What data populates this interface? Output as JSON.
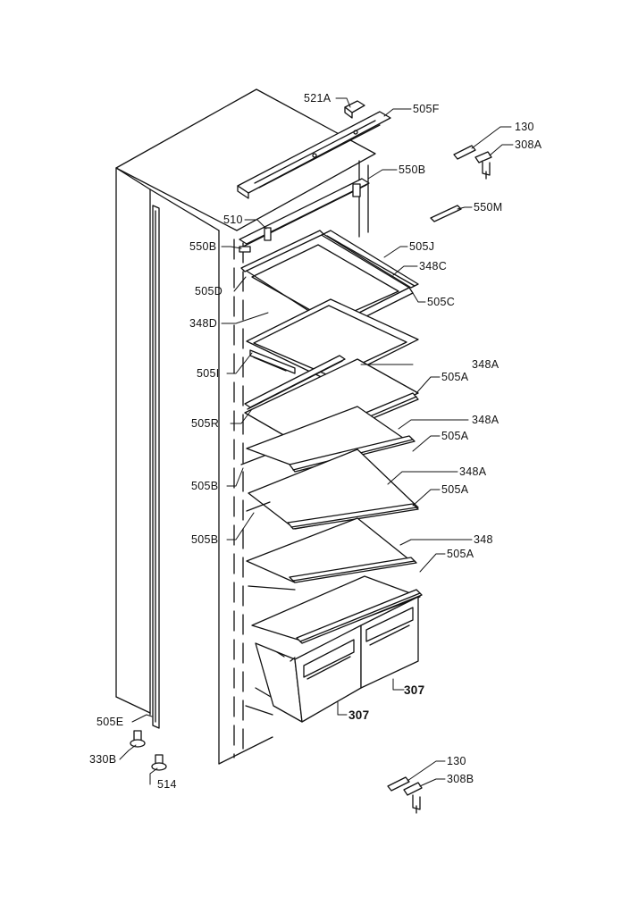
{
  "labels": {
    "l_521A": "521A",
    "l_505F": "505F",
    "l_130_top": "130",
    "l_308A": "308A",
    "l_550B_right": "550B",
    "l_550M": "550M",
    "l_510": "510",
    "l_550B_left": "550B",
    "l_505J": "505J",
    "l_348C": "348C",
    "l_505D": "505D",
    "l_505C": "505C",
    "l_348D": "348D",
    "l_505I": "505I",
    "l_348A_1": "348A",
    "l_505A_1": "505A",
    "l_505R": "505R",
    "l_348A_2": "348A",
    "l_505A_2": "505A",
    "l_348A_3": "348A",
    "l_505B_1": "505B",
    "l_505A_3": "505A",
    "l_348B": "348",
    "l_505B_2": "505B",
    "l_505A_4": "505A",
    "l_307_right": "307",
    "l_307_left": "307",
    "l_505E": "505E",
    "l_330B": "330B",
    "l_514": "514",
    "l_130_bottom": "130",
    "l_308B": "308B"
  },
  "colors": {
    "ink": "#111111",
    "background": "#ffffff"
  }
}
